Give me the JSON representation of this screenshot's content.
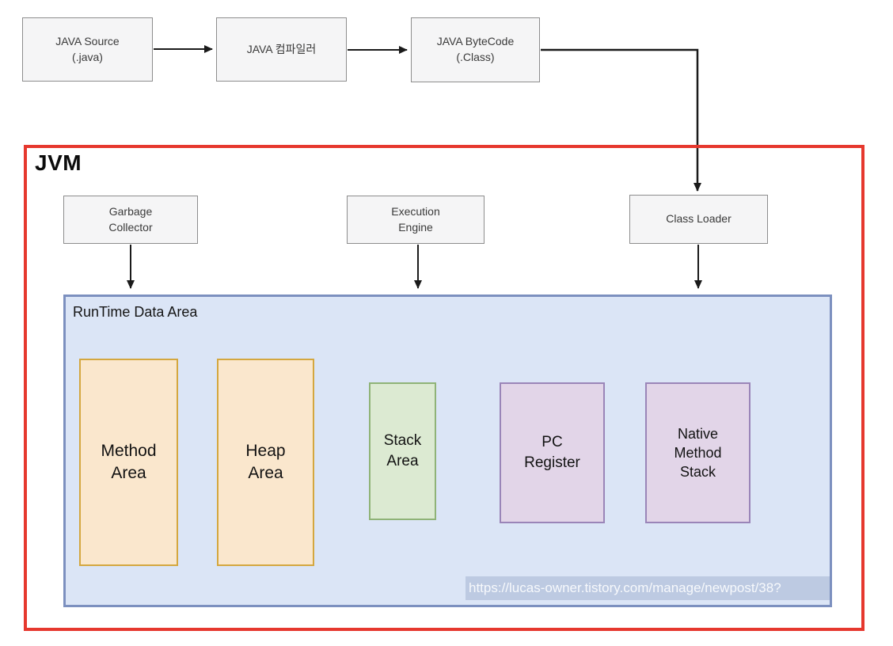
{
  "flow": {
    "source": {
      "line1": "JAVA Source",
      "line2": "(.java)"
    },
    "compiler": {
      "line1": "JAVA 컴파일러"
    },
    "bytecode": {
      "line1": "JAVA ByteCode",
      "line2": "(.Class)"
    }
  },
  "jvm": {
    "title": "JVM",
    "garbage_collector": {
      "line1": "Garbage",
      "line2": "Collector"
    },
    "execution_engine": {
      "line1": "Execution",
      "line2": "Engine"
    },
    "class_loader": {
      "line1": "Class Loader"
    },
    "runtime": {
      "title": "RunTime Data Area",
      "method_area": {
        "line1": "Method",
        "line2": "Area"
      },
      "heap_area": {
        "line1": "Heap",
        "line2": "Area"
      },
      "stack_area": {
        "line1": "Stack",
        "line2": "Area"
      },
      "pc_register": {
        "line1": "PC",
        "line2": "Register"
      },
      "native_method_stack": {
        "line1": "Native",
        "line2": "Method",
        "line3": "Stack"
      }
    }
  },
  "watermark": {
    "url": "https://lucas-owner.tistory.com/manage/newpost/38?"
  },
  "colors": {
    "jvm_border": "#e6382e",
    "runtime_fill": "#dbe5f6",
    "runtime_border": "#7c90bf",
    "orange_fill": "#fae7cd",
    "orange_border": "#d4a73f",
    "green_fill": "#dcead2",
    "green_border": "#8fb377",
    "purple_fill": "#e2d5e8",
    "purple_border": "#9a85b8",
    "grey_fill": "#f5f5f6",
    "arrow": "#1a1a1a"
  }
}
